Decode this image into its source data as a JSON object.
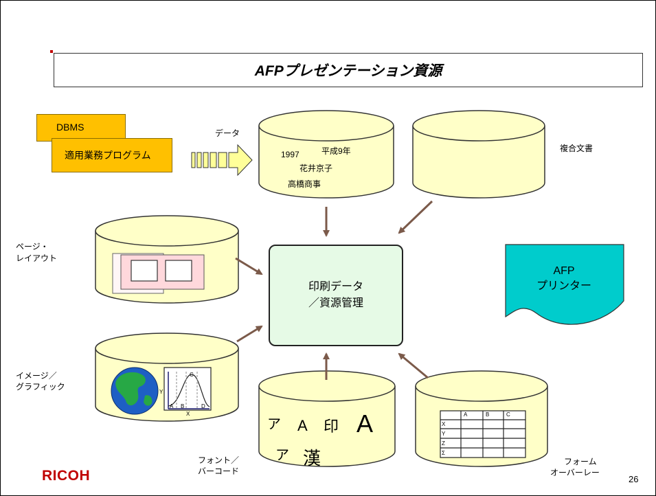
{
  "slide": {
    "title": "AFPプレゼンテーション資源",
    "page_number": "26",
    "logo": "RICOH"
  },
  "sources": {
    "dbms": "DBMS",
    "app_program": "適用業務プログラム",
    "data_label": "データ"
  },
  "data_cylinder": {
    "lines": [
      "1997",
      "平成9年",
      "花井京子",
      "高橋商事"
    ]
  },
  "labels": {
    "compound_doc": "複合文書",
    "page_layout_1": "ページ・",
    "page_layout_2": "レイアウト",
    "image_graphic_1": "イメージ／",
    "image_graphic_2": "グラフィック",
    "font_barcode_1": "フォント／",
    "font_barcode_2": "バーコード",
    "form_overlay_1": "フォーム",
    "form_overlay_2": "オーバーレー"
  },
  "center": {
    "line1": "印刷データ",
    "line2": "／資源管理"
  },
  "printer": {
    "line1": "AFP",
    "line2": "プリンター"
  },
  "font_samples": {
    "katakana_a": "ア",
    "latin_a_small": "A",
    "kanji_in": "印",
    "latin_a_large": "A",
    "katakana_a_2": "ア",
    "kanji_kan": "漢"
  },
  "graph": {
    "axis_x": "X",
    "axis_y": "Y",
    "point_a": "A",
    "point_b": "B",
    "point_c": "C",
    "point_d": "D"
  },
  "form_table": {
    "col_headers": [
      "A",
      "B",
      "C"
    ],
    "row_headers": [
      "X",
      "Y",
      "Z",
      "Σ"
    ]
  },
  "colors": {
    "cylinder_fill": "#ffffc8",
    "orange": "#ffc000",
    "center_fill": "#e6fae6",
    "printer_fill": "#00cccc",
    "arrow": "#7b5a4a",
    "logo": "#c00000"
  }
}
